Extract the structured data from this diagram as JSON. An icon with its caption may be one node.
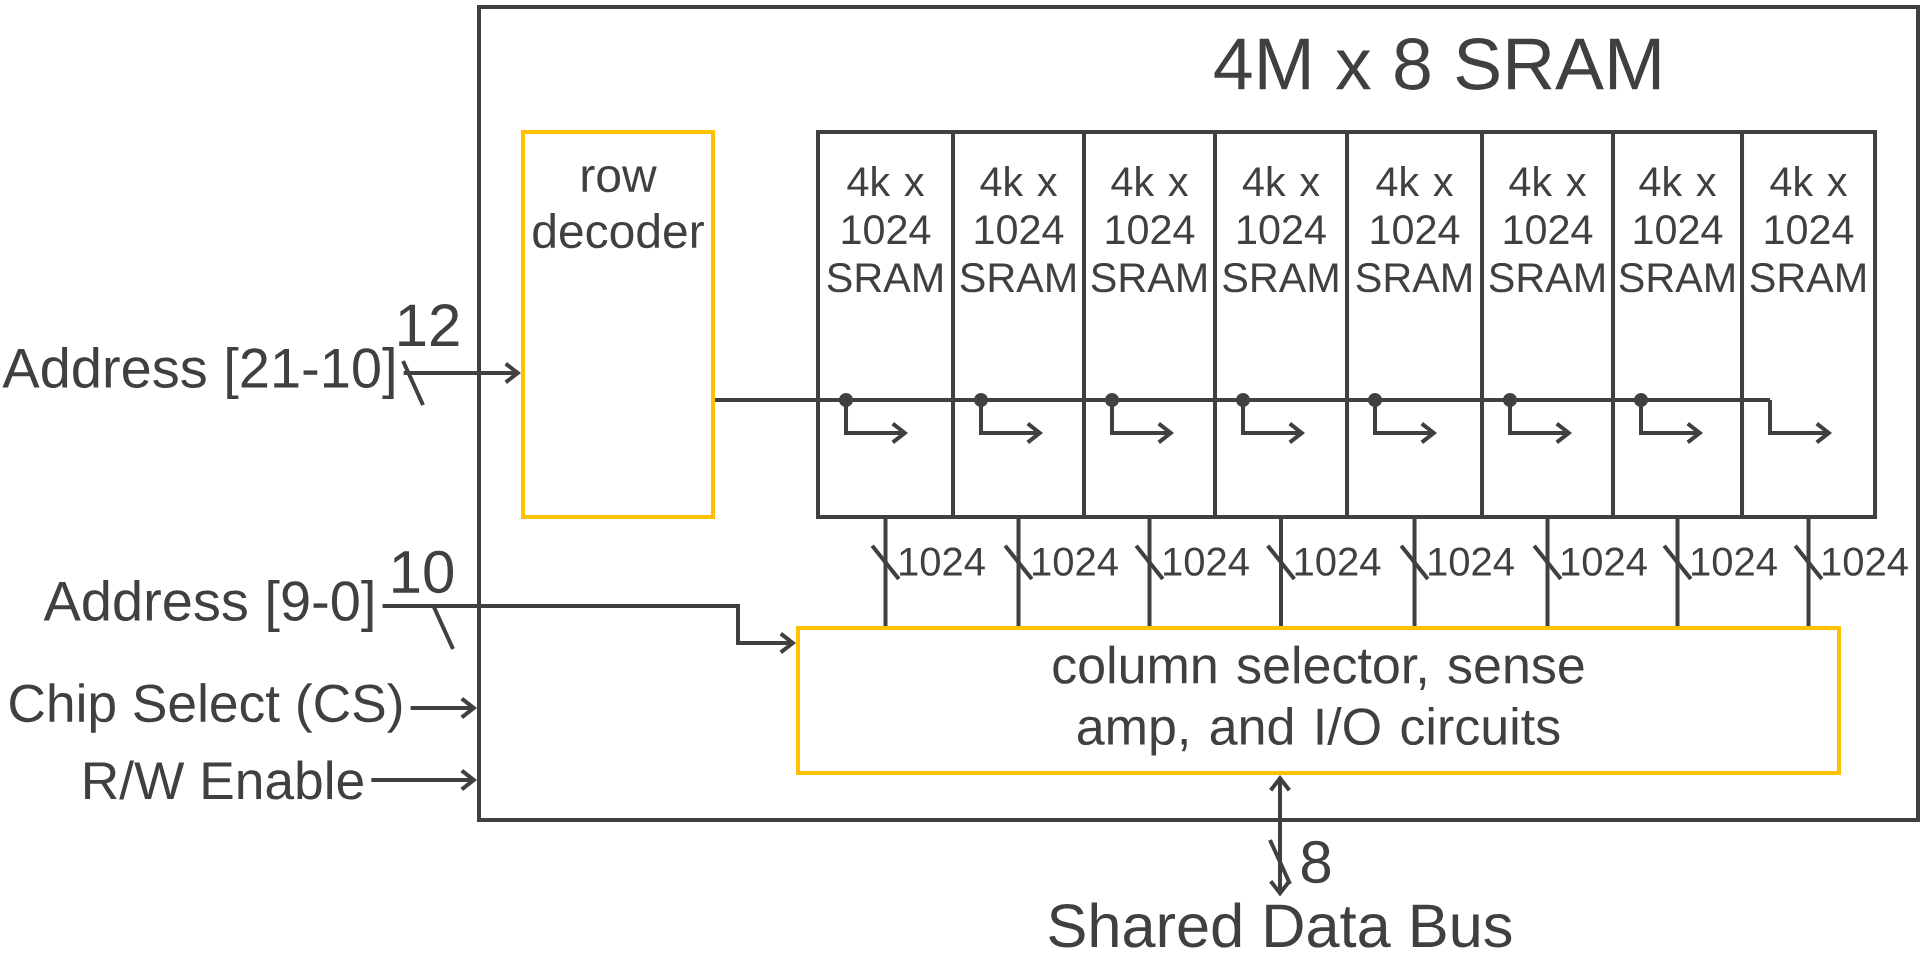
{
  "diagram": {
    "nodes": [
      {
        "text": [
          "4M x 8 SRAM"
        ]
      },
      {
        "text": [
          "row decoder"
        ],
        "in": 0
      },
      {
        "text": [
          "4k x 1024 SRAM"
        ],
        "in": 0
      },
      {
        "text": [
          "4k x 1024 SRAM"
        ],
        "in": 0
      },
      {
        "text": [
          "4k x 1024 SRAM"
        ],
        "in": 0
      },
      {
        "text": [
          "4k x 1024 SRAM"
        ],
        "in": 0
      },
      {
        "text": [
          "4k x 1024 SRAM"
        ],
        "in": 0
      },
      {
        "text": [
          "4k x 1024 SRAM"
        ],
        "in": 0
      },
      {
        "text": [
          "4k x 1024 SRAM"
        ],
        "in": 0
      },
      {
        "text": [
          "4k x 1024 SRAM"
        ],
        "in": 0
      },
      {
        "text": [
          "column selector, sense amp, and I/O circuits"
        ],
        "in": 0
      },
      {
        "text": [
          "Address [21-10]"
        ]
      },
      {
        "text": [
          "Address [9-0]"
        ]
      },
      {
        "text": [
          "Chip Select (CS)"
        ]
      },
      {
        "text": [
          "R/W Enable"
        ]
      },
      {
        "text": [
          "Shared Data Bus"
        ]
      }
    ],
    "edges": [
      {
        "from": 11,
        "to": 1,
        "arrow": "to",
        "label": "12"
      },
      {
        "from": 12,
        "to": 10,
        "arrow": "to",
        "label": "10"
      },
      {
        "from": 13,
        "to": 0,
        "arrow": "to"
      },
      {
        "from": 14,
        "to": 0,
        "arrow": "to"
      },
      {
        "from": 1,
        "to": 2,
        "arrow": "to"
      },
      {
        "from": 1,
        "to": 3,
        "arrow": "to"
      },
      {
        "from": 1,
        "to": 4,
        "arrow": "to"
      },
      {
        "from": 1,
        "to": 5,
        "arrow": "to"
      },
      {
        "from": 1,
        "to": 6,
        "arrow": "to"
      },
      {
        "from": 1,
        "to": 7,
        "arrow": "to"
      },
      {
        "from": 1,
        "to": 8,
        "arrow": "to"
      },
      {
        "from": 1,
        "to": 9,
        "arrow": "to"
      },
      {
        "from": 2,
        "to": 10,
        "arrow": "none",
        "label": "1024"
      },
      {
        "from": 3,
        "to": 10,
        "arrow": "none",
        "label": "1024"
      },
      {
        "from": 4,
        "to": 10,
        "arrow": "none",
        "label": "1024"
      },
      {
        "from": 5,
        "to": 10,
        "arrow": "none",
        "label": "1024"
      },
      {
        "from": 6,
        "to": 10,
        "arrow": "none",
        "label": "1024"
      },
      {
        "from": 7,
        "to": 10,
        "arrow": "none",
        "label": "1024"
      },
      {
        "from": 8,
        "to": 10,
        "arrow": "none",
        "label": "1024"
      },
      {
        "from": 9,
        "to": 10,
        "arrow": "none",
        "label": "1024"
      },
      {
        "from": 10,
        "to": 15,
        "arrow": "both",
        "label": "8"
      }
    ]
  }
}
